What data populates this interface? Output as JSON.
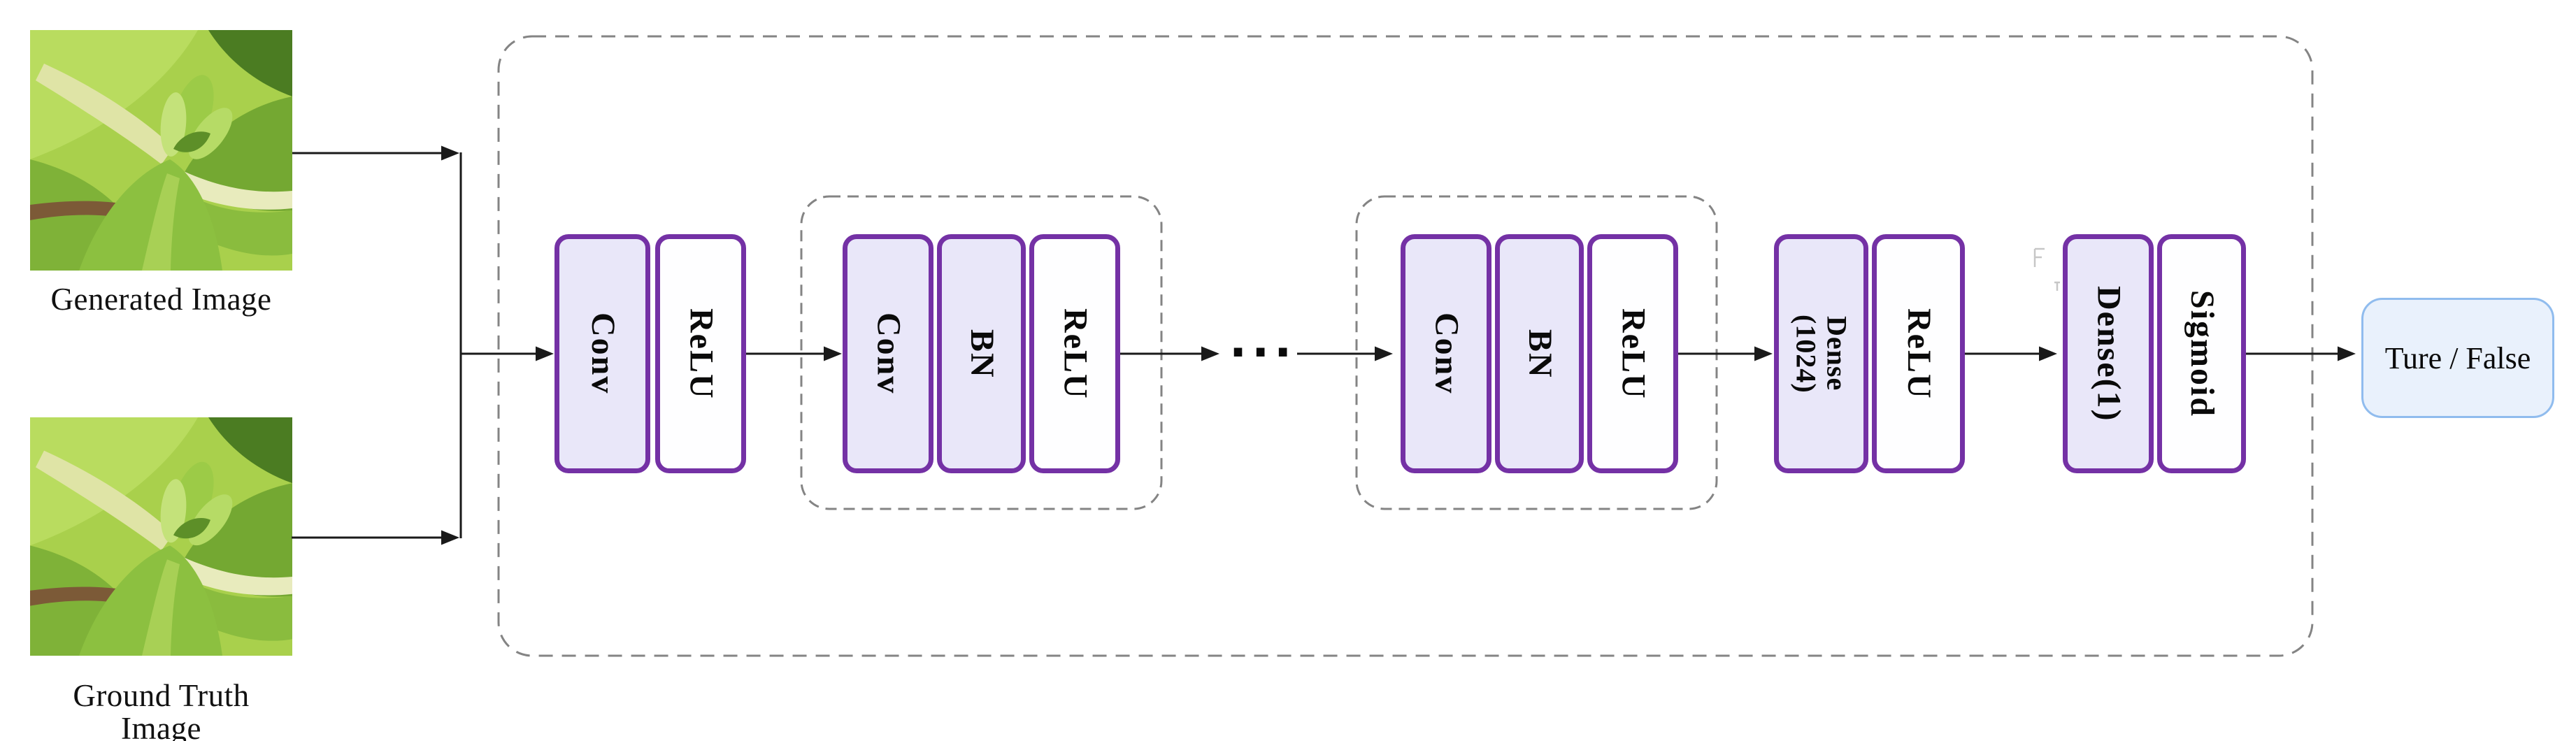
{
  "figure": {
    "inputs": [
      {
        "label": "Generated Image"
      },
      {
        "label": "Ground Truth Image"
      }
    ],
    "blocks": [
      {
        "label": "Conv"
      },
      {
        "label": "ReLU"
      },
      {
        "label": "Conv"
      },
      {
        "label": "BN"
      },
      {
        "label": "ReLU"
      },
      {
        "label": "Conv"
      },
      {
        "label": "BN"
      },
      {
        "label": "ReLU"
      },
      {
        "label": "Dense\n(1024)"
      },
      {
        "label": "ReLU"
      },
      {
        "label": "Dense(1)"
      },
      {
        "label": "Sigmoid"
      }
    ],
    "ellipsis": "...",
    "output": {
      "label": "Ture / False"
    }
  },
  "colors": {
    "block_border": "#7431A5",
    "block_fill_lavender": "#E9E7F9",
    "block_fill_white": "#FEFEFF",
    "dash_border": "#848484",
    "line": "#1A1A1A",
    "output_fill": "#E9F1FC",
    "output_border": "#90BCEE"
  }
}
